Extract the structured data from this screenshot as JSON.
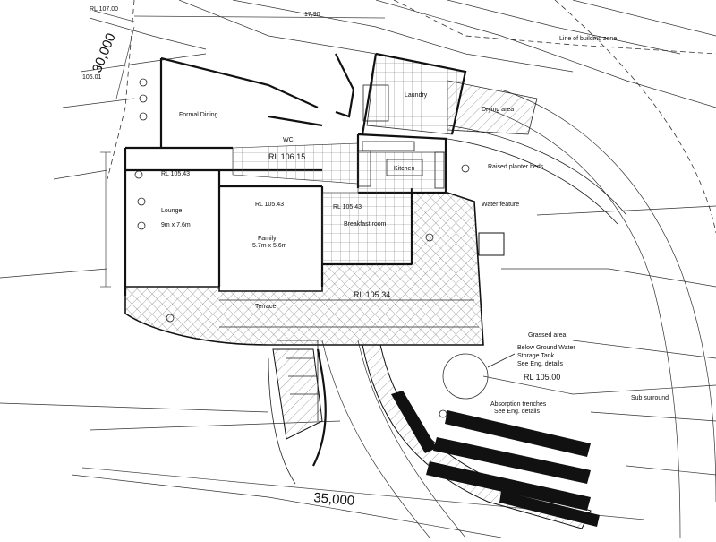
{
  "drawing": {
    "dimensions": {
      "width_top": "30,000",
      "width_bottom": "35,000",
      "top_small_1": "RL 107.00",
      "top_small_2": "17,90",
      "left_small": "106.01"
    },
    "rooms": {
      "formal_dining": "Formal Dining",
      "laundry": "Laundry",
      "drying_area": "Drying area",
      "kitchen": "Kitchen",
      "lounge": "Lounge",
      "lounge_size": "9m x 7.6m",
      "family": "Family",
      "family_size": "5.7m x 5.6m",
      "breakfast_room": "Breakfast room",
      "wc": "WC"
    },
    "levels": {
      "rl_10615": "RL 106.15",
      "rl_lounge": "RL 105.43",
      "rl_family": "RL 105.43",
      "rl_breakfast": "RL 105.43",
      "rl_deck": "RL 105.34",
      "rl_garden": "RL 105.00"
    },
    "notes": {
      "building_zone": "Line of building zone",
      "planter_beds": "Raised planter beds",
      "water_feature": "Water feature",
      "grassed_area": "Grassed area",
      "tank_line1": "Below Ground Water",
      "tank_line2": "Storage Tank",
      "tank_line3": "See Eng. details",
      "absorption_line1": "Absorption trenches",
      "absorption_line2": "See Eng. details",
      "sub_surround": "Sub surround",
      "terrace": "Terrace"
    }
  }
}
